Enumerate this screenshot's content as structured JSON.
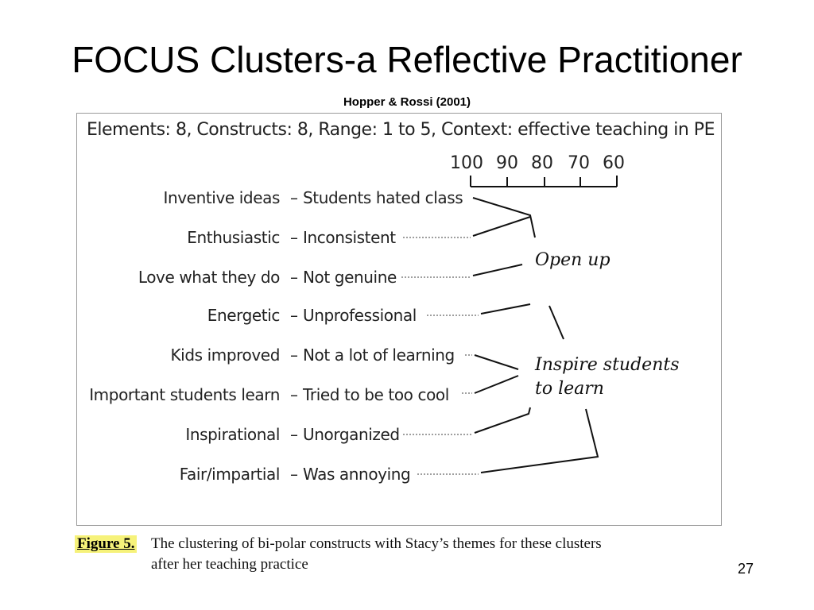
{
  "title": "FOCUS Clusters-a Reflective Practitioner",
  "subtitle": "Hopper & Rossi (2001)",
  "figure": {
    "header": "Elements: 8, Constructs: 8, Range: 1 to 5, Context: effective teaching in PE",
    "scale_ticks": [
      "100",
      "90",
      "80",
      "70",
      "60"
    ],
    "dash": "–",
    "constructs": [
      {
        "left": "Inventive ideas",
        "right": "Students hated class"
      },
      {
        "left": "Enthusiastic",
        "right": "Inconsistent"
      },
      {
        "left": "Love what they do",
        "right": "Not genuine"
      },
      {
        "left": "Energetic",
        "right": "Unprofessional"
      },
      {
        "left": "Kids improved",
        "right": "Not a lot of learning"
      },
      {
        "left": "Important students learn",
        "right": "Tried to be too cool"
      },
      {
        "left": "Inspirational",
        "right": "Unorganized"
      },
      {
        "left": "Fair/impartial",
        "right": "Was annoying"
      }
    ],
    "themes": {
      "open_up": "Open up",
      "inspire_line1": "Inspire students",
      "inspire_line2": "to learn"
    }
  },
  "caption": {
    "label": "Figure 5.",
    "line1": "The clustering of bi-polar constructs with Stacy’s themes for these clusters",
    "line2": "after her teaching practice"
  },
  "page_number": "27"
}
